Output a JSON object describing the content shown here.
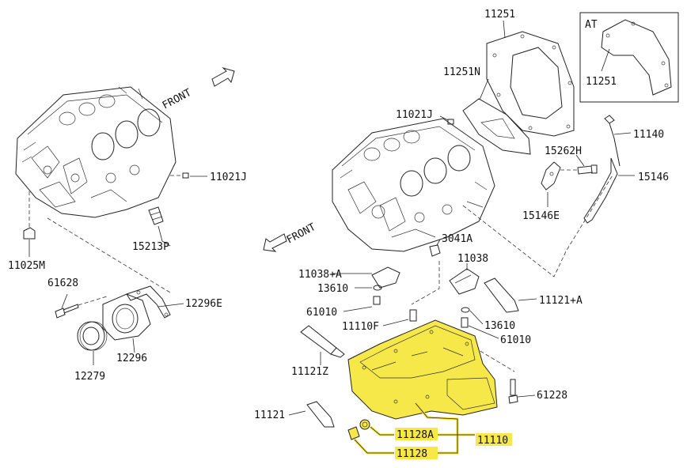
{
  "colors": {
    "highlight": "#f7e84a",
    "ink": "#222222",
    "background": "#ffffff"
  },
  "directions": {
    "front_left": "FRONT",
    "front_right": "FRONT"
  },
  "inset": {
    "title": "AT",
    "part": "11251"
  },
  "labels": {
    "p11251": "11251",
    "p11251N": "11251N",
    "p11021J_right": "11021J",
    "p11140": "11140",
    "p15262H": "15262H",
    "p15146": "15146",
    "p15146E": "15146E",
    "p3041A": "3041A",
    "p11038": "11038",
    "p11038A": "11038+A",
    "p13610_left": "13610",
    "p61010_left": "61010",
    "p11121A": "11121+A",
    "p11110F": "11110F",
    "p13610_right": "13610",
    "p61010_right": "61010",
    "p11121Z": "11121Z",
    "p61228": "61228",
    "p11121": "11121",
    "p11128A": "11128A",
    "p11110": "11110",
    "p11128": "11128",
    "p11021J_left": "11021J",
    "p15213P": "15213P",
    "p11025M": "11025M",
    "p61628": "61628",
    "p12296E": "12296E",
    "p12296": "12296",
    "p12279": "12279"
  }
}
